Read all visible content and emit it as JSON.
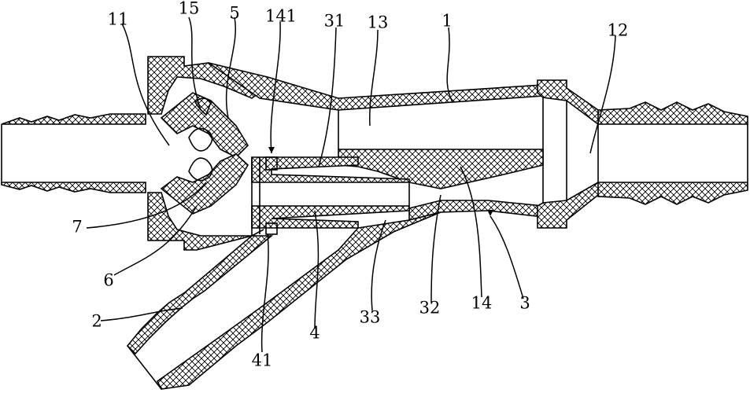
{
  "labels": {
    "l1": "1",
    "l2": "2",
    "l3": "3",
    "l4": "4",
    "l5": "5",
    "l6": "6",
    "l7": "7",
    "l11": "11",
    "l12": "12",
    "l13": "13",
    "l14": "14",
    "l15": "15",
    "l31": "31",
    "l32": "32",
    "l33": "33",
    "l41": "41",
    "l141": "141"
  }
}
